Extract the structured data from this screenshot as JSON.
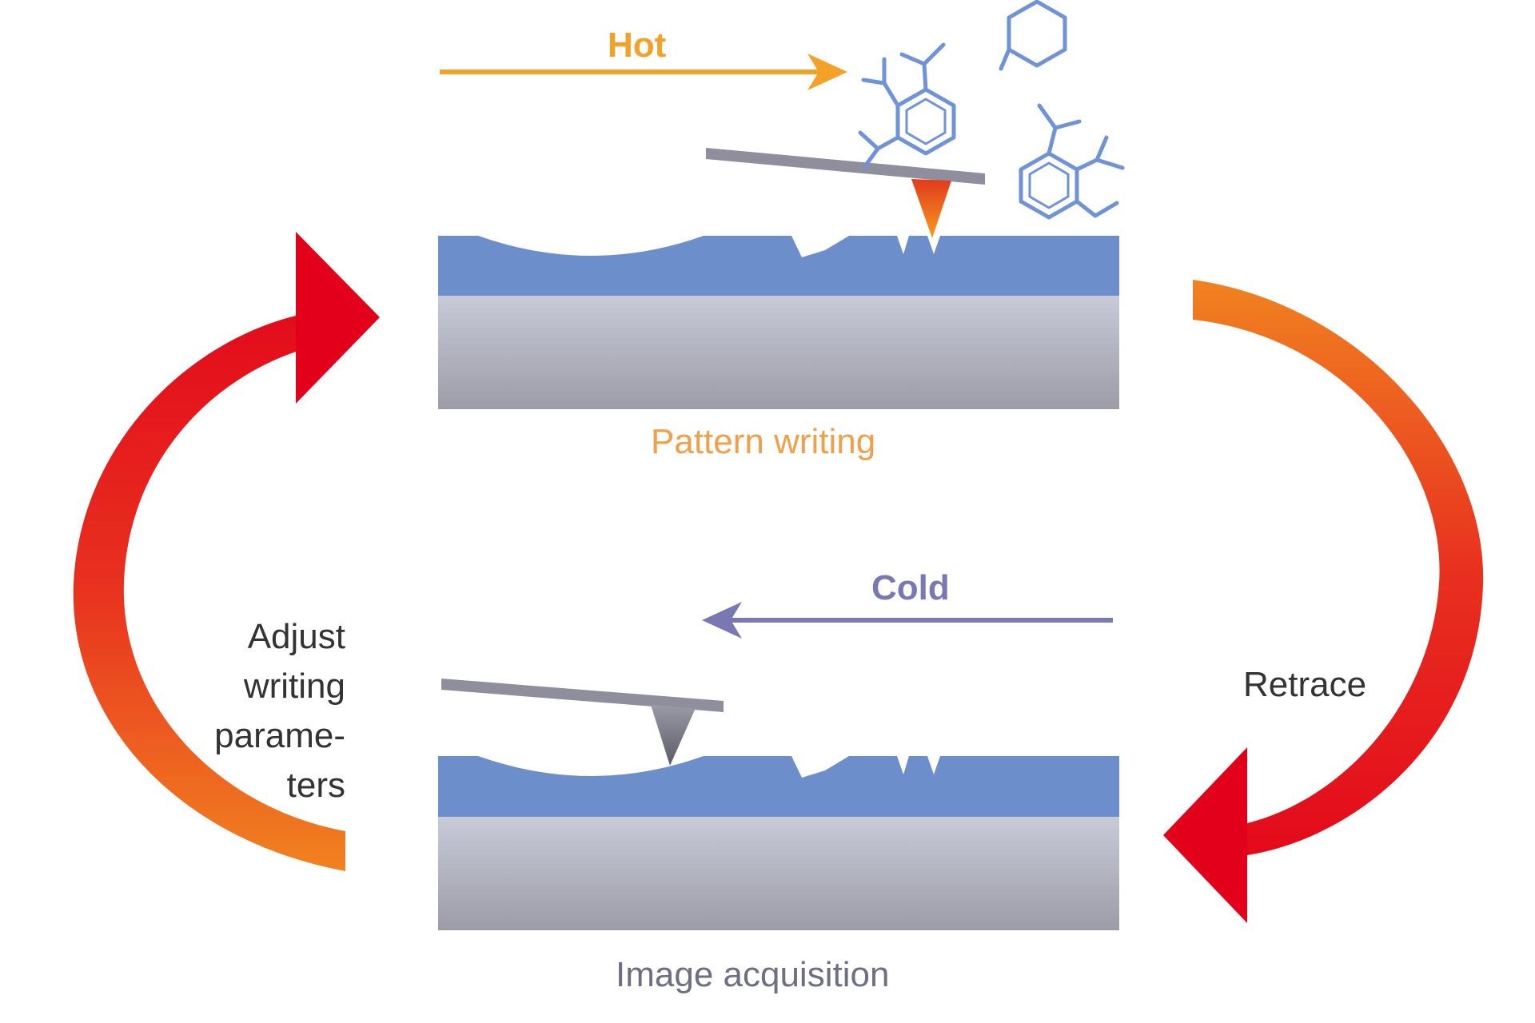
{
  "labels": {
    "hot": "Hot",
    "cold": "Cold",
    "pattern_writing": "Pattern writing",
    "image_acquisition": "Image acquisition",
    "retrace": "Retrace",
    "adjust_lines": [
      "Adjust",
      "writing",
      "parame-",
      "ters"
    ]
  },
  "colors": {
    "hot": "#f4a12a",
    "pattern_text": "#f0a04a",
    "cold": "#7a78b2",
    "caption_text": "#6e6f82",
    "polymer": "#6c8fcb",
    "substrate_top": "#c9cbd8",
    "substrate_bottom": "#9c9ca8",
    "molecule": "#6f93d6",
    "cycle_red": "#e2001a",
    "cycle_orange": "#f18220",
    "dark_text": "#333333"
  }
}
